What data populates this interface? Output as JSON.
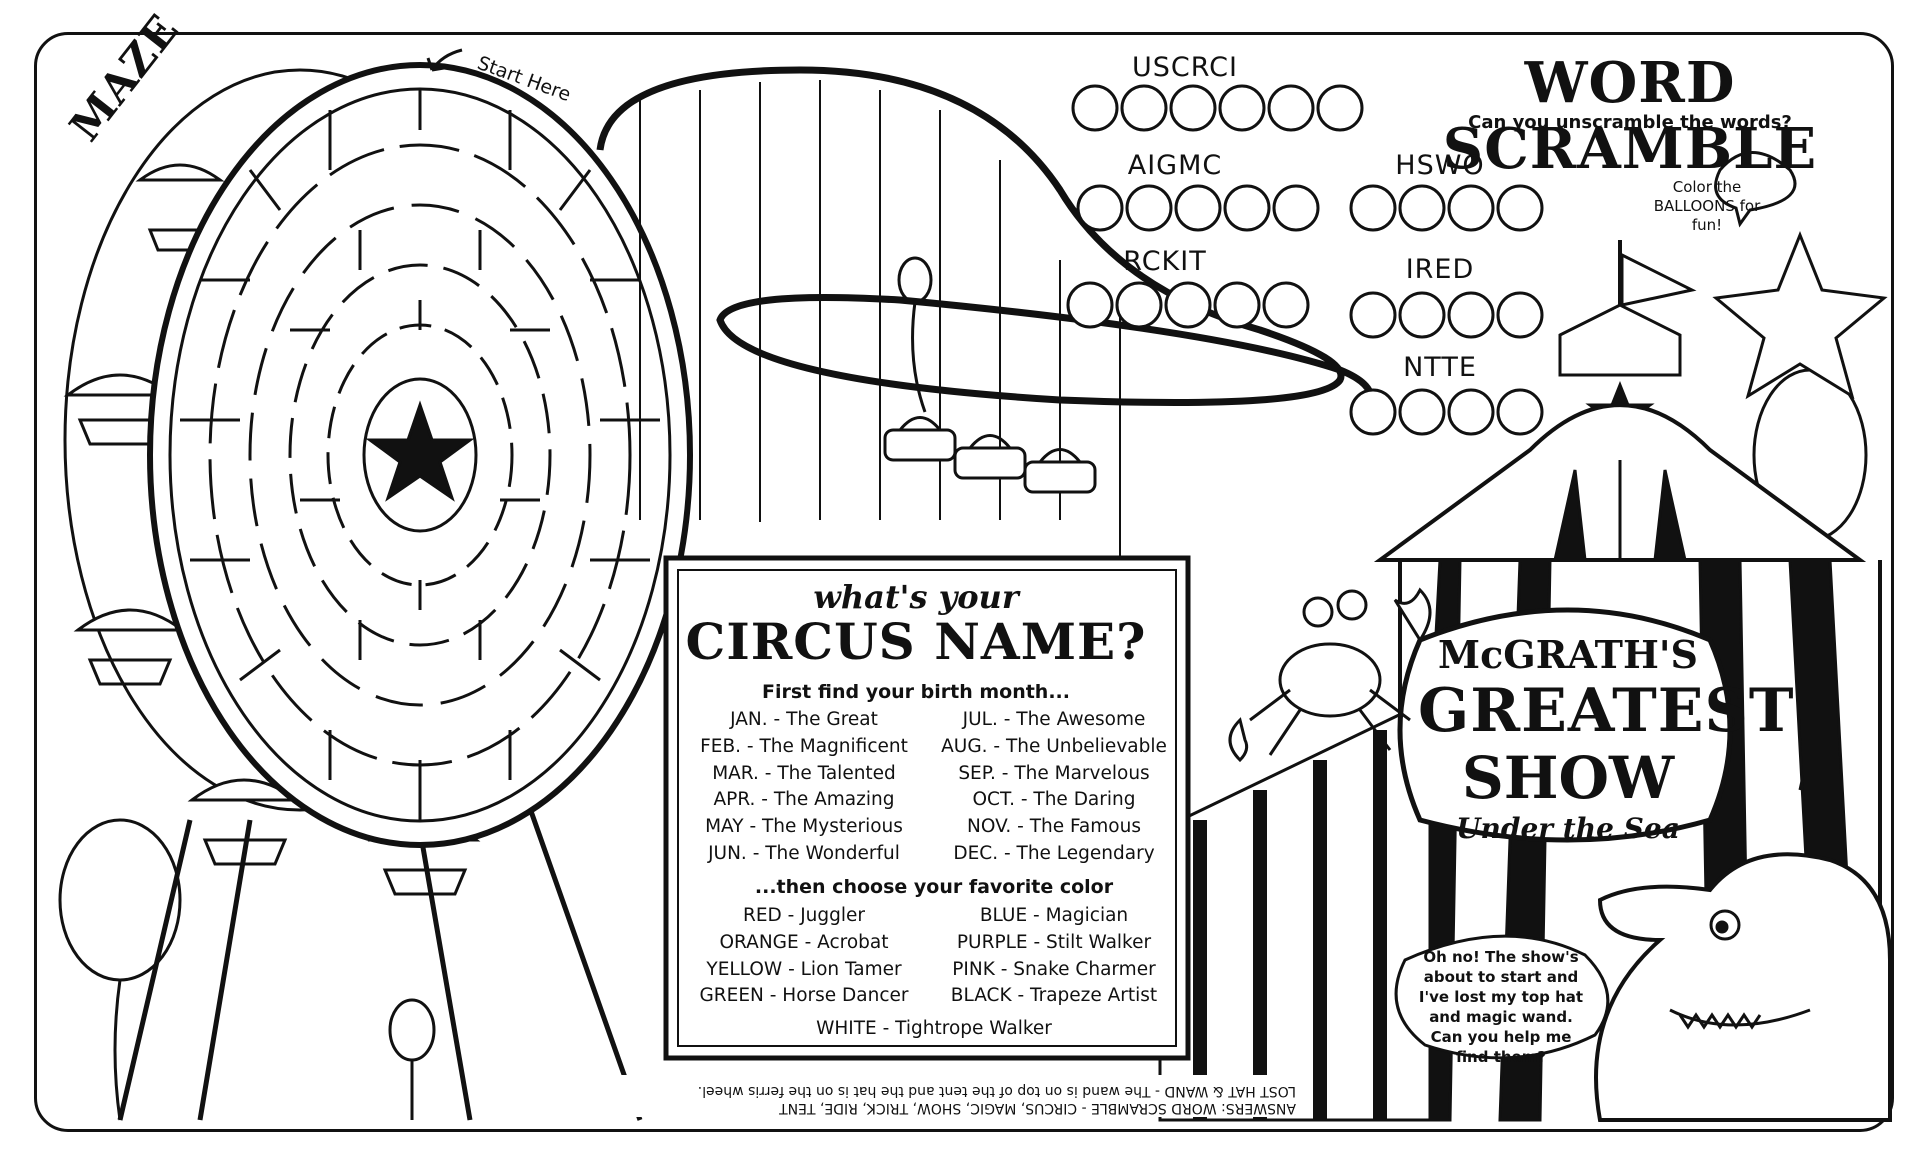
{
  "maze": {
    "title": "MAZE",
    "start_label": "Start Here"
  },
  "word_scramble": {
    "title": "WORD SCRAMBLE",
    "subtitle": "Can you unscramble the words?",
    "words": [
      {
        "scrambled": "USCRCI",
        "letters": 6
      },
      {
        "scrambled": "AIGMC",
        "letters": 5
      },
      {
        "scrambled": "HSWO",
        "letters": 4
      },
      {
        "scrambled": "RCKIT",
        "letters": 5
      },
      {
        "scrambled": "IRED",
        "letters": 4
      },
      {
        "scrambled": "NTTE",
        "letters": 4
      }
    ]
  },
  "starfish_speech": "Color the BALLOONS for fun!",
  "circus_name": {
    "prefix": "what's your",
    "title": "CIRCUS NAME?",
    "step1": "First find your birth month...",
    "months": [
      [
        "JAN. - The Great",
        "JUL. - The Awesome"
      ],
      [
        "FEB. - The Magnificent",
        "AUG. - The Unbelievable"
      ],
      [
        "MAR. - The Talented",
        "SEP. - The Marvelous"
      ],
      [
        "APR. - The Amazing",
        "OCT. - The Daring"
      ],
      [
        "MAY - The Mysterious",
        "NOV. - The Famous"
      ],
      [
        "JUN. - The Wonderful",
        "DEC. - The Legendary"
      ]
    ],
    "step2": "...then choose your favorite color",
    "colors": [
      [
        "RED - Juggler",
        "BLUE - Magician"
      ],
      [
        "ORANGE - Acrobat",
        "PURPLE - Stilt Walker"
      ],
      [
        "YELLOW - Lion Tamer",
        "PINK - Snake Charmer"
      ],
      [
        "GREEN - Horse Dancer",
        "BLACK - Trapeze Artist"
      ]
    ],
    "last": "WHITE - Tightrope Walker"
  },
  "tent": {
    "line1": "McGRATH'S",
    "line2": "GREATEST",
    "line3": "SHOW",
    "line4": "Under the Sea"
  },
  "shark_speech": "Oh no! The show's about to start and I've lost my top hat and magic wand. Can you help me find them?",
  "answers": {
    "line1": "ANSWERS: WORD SCRAMBLE - CIRCUS, MAGIC, SHOW, TRICK, RIDE, TENT",
    "line2": "LOST HAT & WAND - The wand is on top of the tent and the hat is on the ferris wheel."
  }
}
